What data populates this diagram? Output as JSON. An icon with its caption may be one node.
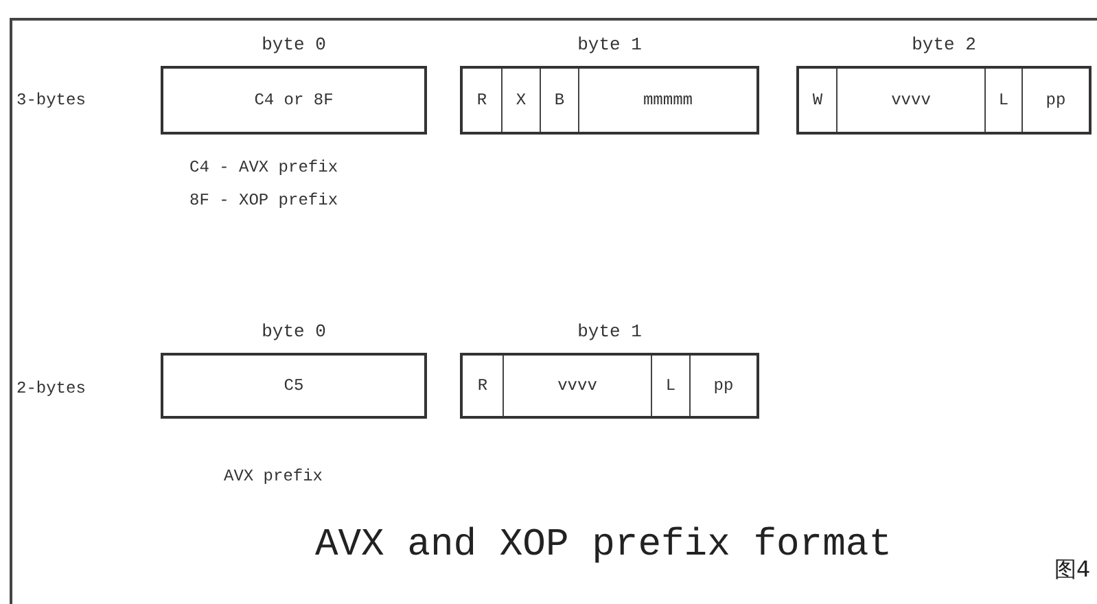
{
  "diagram": {
    "title": "AVX and XOP prefix format",
    "nodes": [
      {
        "text": [
          "byte 0",
          "C4 or 8F"
        ],
        "beside": [
          "C4 - AVX prefix",
          "8F - XOP prefix"
        ]
      },
      {
        "text": [
          "byte 1"
        ]
      },
      {
        "text": [
          "R"
        ],
        "in": 1
      },
      {
        "text": [
          "X"
        ],
        "in": 1
      },
      {
        "text": [
          "B"
        ],
        "in": 1
      },
      {
        "text": [
          "mmmmm"
        ],
        "in": 1
      },
      {
        "text": [
          "byte 2"
        ]
      },
      {
        "text": [
          "W"
        ],
        "in": 6
      },
      {
        "text": [
          "vvvv"
        ],
        "in": 6
      },
      {
        "text": [
          "L"
        ],
        "in": 6
      },
      {
        "text": [
          "pp"
        ],
        "in": 6
      },
      {
        "text": [
          "byte 0",
          "C5"
        ],
        "beside": [
          "AVX prefix"
        ]
      },
      {
        "text": [
          "byte 1"
        ]
      },
      {
        "text": [
          "R"
        ],
        "in": 12
      },
      {
        "text": [
          "vvvv"
        ],
        "in": 12
      },
      {
        "text": [
          "L"
        ],
        "in": 12
      },
      {
        "text": [
          "pp"
        ],
        "in": 12
      }
    ],
    "labels": [
      "3-bytes",
      "2-bytes",
      "图4"
    ]
  }
}
